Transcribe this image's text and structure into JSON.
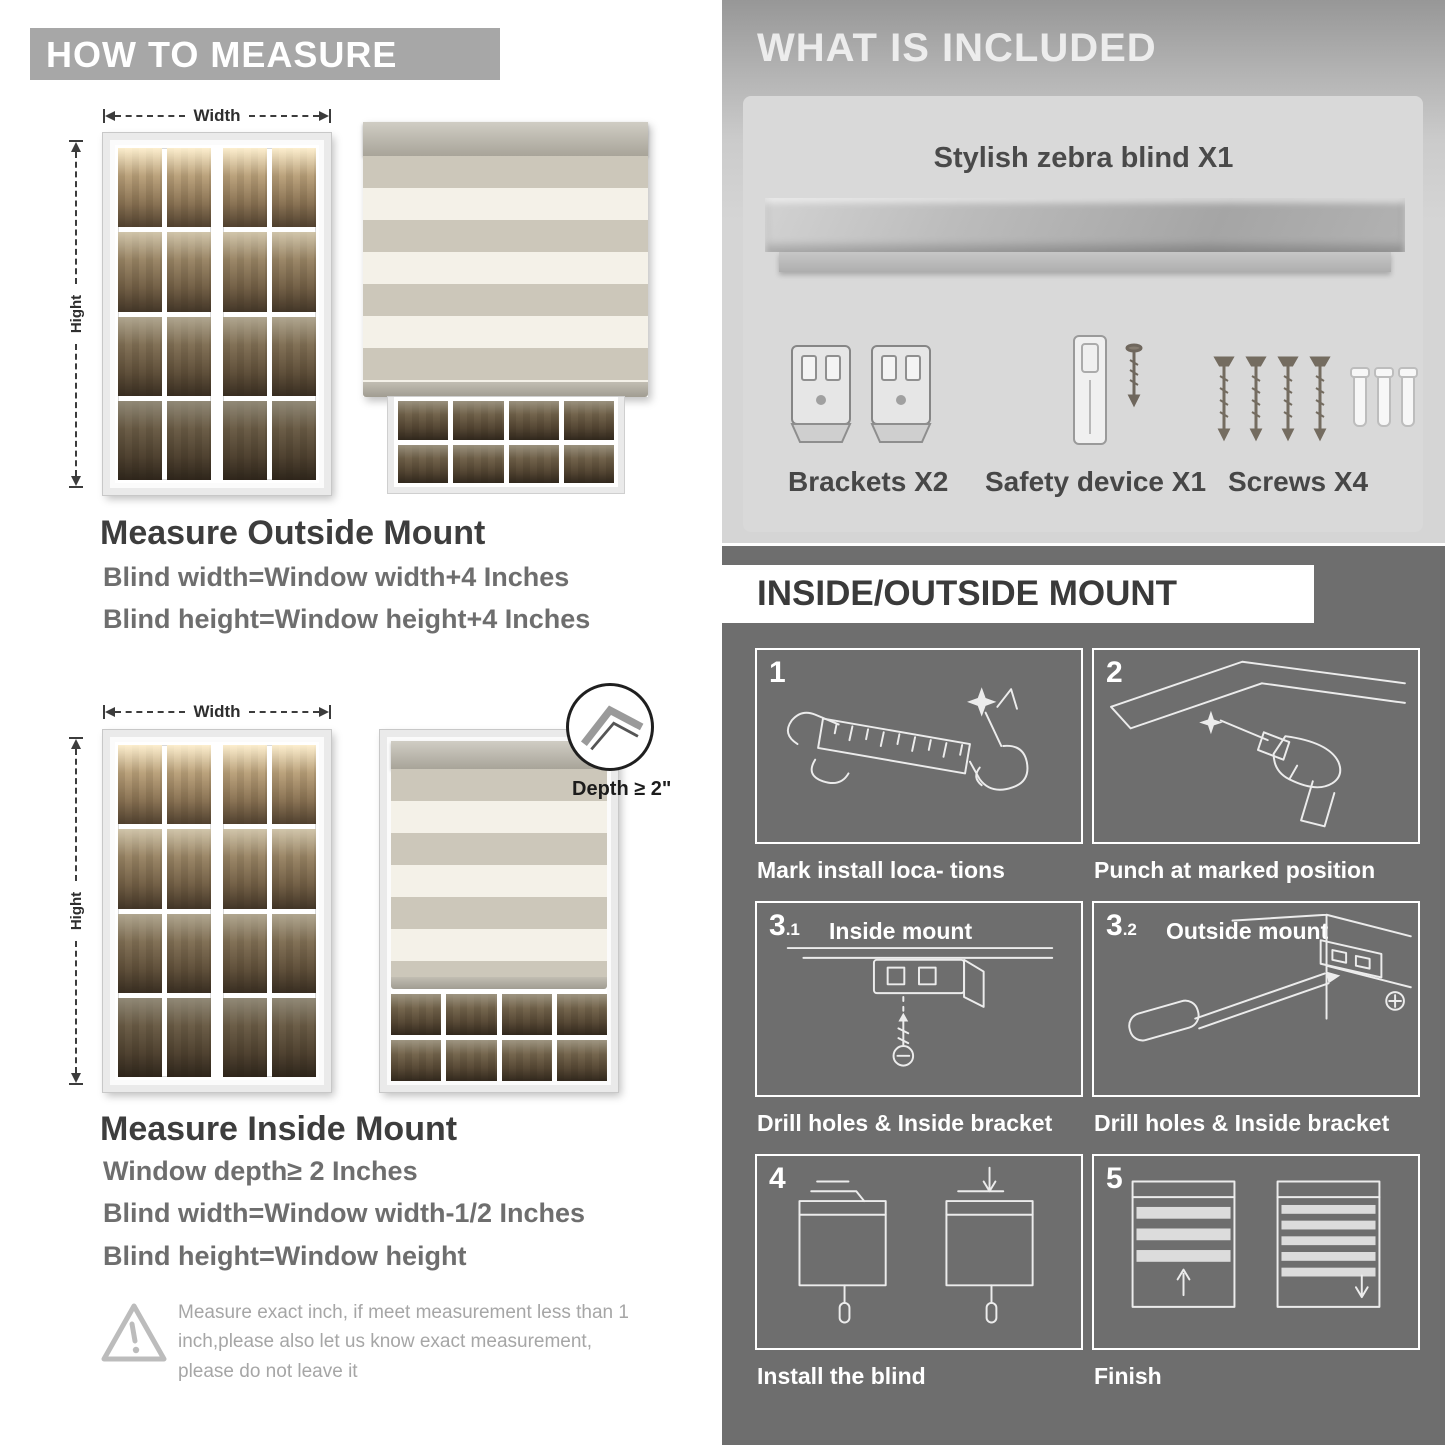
{
  "left": {
    "header": "HOW TO MEASURE",
    "outside": {
      "width_label": "Width",
      "height_label": "Hight",
      "title": "Measure Outside Mount",
      "lines": [
        "Blind width=Window width+4 Inches",
        "Blind height=Window height+4 Inches"
      ]
    },
    "inside": {
      "width_label": "Width",
      "height_label": "Hight",
      "depth_label": "Depth ≥ 2\"",
      "title": "Measure Inside Mount",
      "lines": [
        "Window depth≥ 2 Inches",
        "Blind width=Window width-1/2 Inches",
        "Blind height=Window height"
      ]
    },
    "warning_text": "Measure exact inch, if meet measurement less than 1 inch,please also let us know exact measurement, please do not leave it"
  },
  "right": {
    "included": {
      "header": "WHAT IS INCLUDED",
      "blind_label": "Stylish zebra blind X1",
      "item_labels": [
        "Brackets X2",
        "Safety device X1",
        "Screws X4"
      ]
    },
    "mount": {
      "header": "INSIDE/OUTSIDE MOUNT",
      "steps": [
        {
          "num": "1",
          "caption": "Mark install loca- tions"
        },
        {
          "num": "2",
          "caption": "Punch at  marked position"
        },
        {
          "num": "3",
          "sub": ".1",
          "title": "Inside mount",
          "caption": "Drill holes &  Inside bracket"
        },
        {
          "num": "3",
          "sub": ".2",
          "title": "Outside mount",
          "caption": "Drill holes &  Inside bracket"
        },
        {
          "num": "4",
          "caption": "Install the blind"
        },
        {
          "num": "5",
          "caption": "Finish"
        }
      ]
    }
  }
}
